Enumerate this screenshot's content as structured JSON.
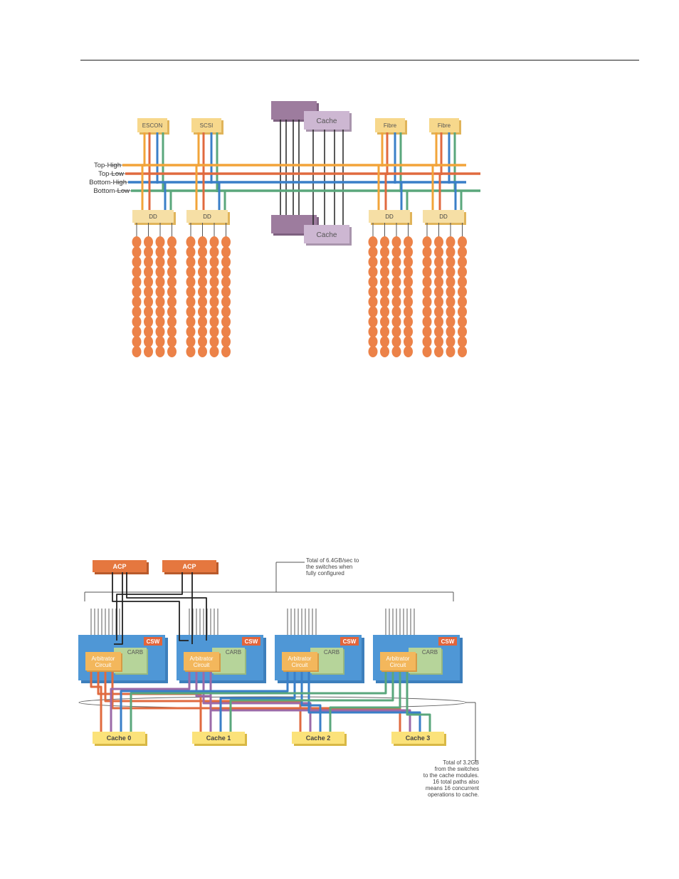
{
  "colors": {
    "orange": "#f2a43a",
    "red": "#e06a3f",
    "blue": "#3a7fc8",
    "green": "#5aa77c",
    "black": "#222222",
    "purple": "#9b6aa8",
    "chip": "#f7d88c",
    "chip_dark": "#e0b45a",
    "dd": "#f6dfa5",
    "disk": "#ec8248",
    "cache_a": "#9d7c9e",
    "cache_b": "#cdb7d2",
    "acp": "#e5773f",
    "csw_panel": "#4f97d6",
    "csw_tag": "#e3643a",
    "carb": "#b6d49a",
    "arbitrator": "#f3b75c",
    "cache_module": "#fbe27a"
  },
  "diagram1": {
    "adapters": [
      {
        "label": "ESCON"
      },
      {
        "label": "SCSI"
      },
      {
        "label": "Fibre"
      },
      {
        "label": "Fibre"
      }
    ],
    "buses": [
      {
        "label": "Top-High",
        "color": "orange"
      },
      {
        "label": "Top-Low",
        "color": "red"
      },
      {
        "label": "Bottom-High",
        "color": "blue"
      },
      {
        "label": "Bottom-Low",
        "color": "green"
      }
    ],
    "cache_top": {
      "label": "Cache"
    },
    "cache_bottom": {
      "label": "Cache"
    },
    "directors": [
      {
        "label": "DD"
      },
      {
        "label": "DD"
      },
      {
        "label": "DD"
      },
      {
        "label": "DD"
      }
    ],
    "disks_per_column": 12,
    "columns_per_director": 4
  },
  "diagram2": {
    "acps": [
      {
        "label": "ACP"
      },
      {
        "label": "ACP"
      }
    ],
    "top_note": [
      "Total of 6.4GB/sec to",
      "the switches when",
      "fully configured"
    ],
    "switches": [
      {
        "tag": "CSW",
        "carb": "CARB",
        "arbitrator": [
          "Arbitrator",
          "Circuit"
        ]
      },
      {
        "tag": "CSW",
        "carb": "CARB",
        "arbitrator": [
          "Arbitrator",
          "Circuit"
        ]
      },
      {
        "tag": "CSW",
        "carb": "CARB",
        "arbitrator": [
          "Arbitrator",
          "Circuit"
        ]
      },
      {
        "tag": "CSW",
        "carb": "CARB",
        "arbitrator": [
          "Arbitrator",
          "Circuit"
        ]
      }
    ],
    "caches": [
      {
        "label": "Cache 0"
      },
      {
        "label": "Cache 1"
      },
      {
        "label": "Cache 2"
      },
      {
        "label": "Cache 3"
      }
    ],
    "bottom_note": [
      "Total of 3.2GB",
      "from the switches",
      "to the cache modules.",
      "16 total paths also",
      "means 16 concurrent",
      "operations to cache."
    ]
  }
}
